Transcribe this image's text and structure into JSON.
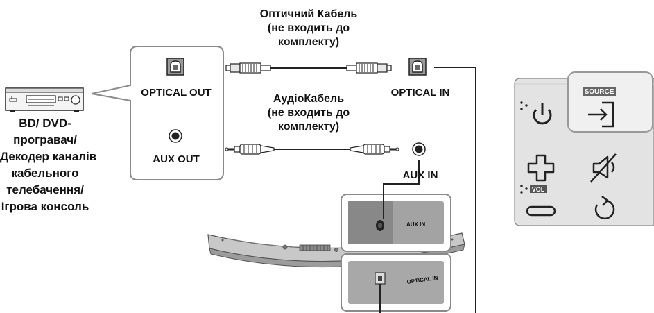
{
  "source_device": {
    "icon": "bd-dvd-player-icon",
    "label_lines": [
      "BD/ DVD-",
      "програвач/",
      "Декодер каналів",
      "кабельного",
      "телебачення/",
      "Ігрова консоль"
    ]
  },
  "source_panel": {
    "optical_out_label": "OPTICAL OUT",
    "aux_out_label": "AUX OUT"
  },
  "optical_cable": {
    "title_lines": [
      "Оптичний Кабель",
      "(не входить до",
      "комплекту)"
    ]
  },
  "audio_cable": {
    "title_lines": [
      "АудіоКабель",
      "(не входить до",
      "комплекту)"
    ]
  },
  "soundbar_inputs": {
    "optical_in_label": "OPTICAL IN",
    "aux_in_label": "AUX IN",
    "panel_aux_in_text": "AUX IN",
    "panel_optical_in_text": "OPTICAL IN"
  },
  "remote": {
    "source_button_label": "SOURCE",
    "vol_label": "VOL",
    "icons": [
      "power-icon",
      "source-icon",
      "volume-up-icon",
      "mute-icon",
      "volume-down-icon",
      "repeat-icon"
    ]
  }
}
